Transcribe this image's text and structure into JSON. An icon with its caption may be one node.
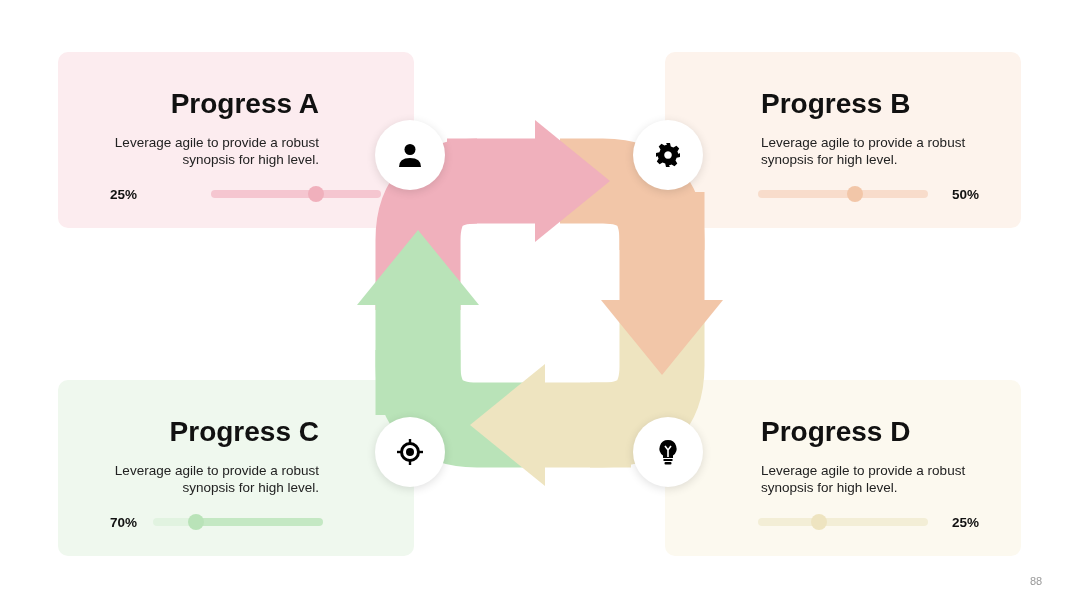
{
  "diagram": {
    "nodes": [
      {
        "text": [
          "Progress A",
          "Leverage agile to provide a robust synopsis for high level.",
          "25%"
        ]
      },
      {
        "text": [
          "Progress B",
          "Leverage agile to provide a robust synopsis for high level.",
          "50%"
        ]
      },
      {
        "text": [
          "Progress C",
          "Leverage agile to provide a robust synopsis for high level.",
          "70%"
        ]
      },
      {
        "text": [
          "Progress D",
          "Leverage agile to provide a robust synopsis for high level.",
          "25%"
        ]
      },
      {
        "text": [],
        "shape": "circle"
      },
      {
        "text": [],
        "shape": "circle"
      },
      {
        "text": [],
        "shape": "circle"
      },
      {
        "text": [],
        "shape": "circle"
      }
    ],
    "edges": [
      {
        "from": 4,
        "to": 5,
        "arrow": "to",
        "color": "#f0b0bc"
      },
      {
        "from": 5,
        "to": 7,
        "arrow": "to",
        "color": "#f2c6a8"
      },
      {
        "from": 7,
        "to": 6,
        "arrow": "to",
        "color": "#eee4c0"
      },
      {
        "from": 6,
        "to": 4,
        "arrow": "to",
        "color": "#b9e3b8"
      }
    ],
    "labels": [
      "88"
    ]
  }
}
